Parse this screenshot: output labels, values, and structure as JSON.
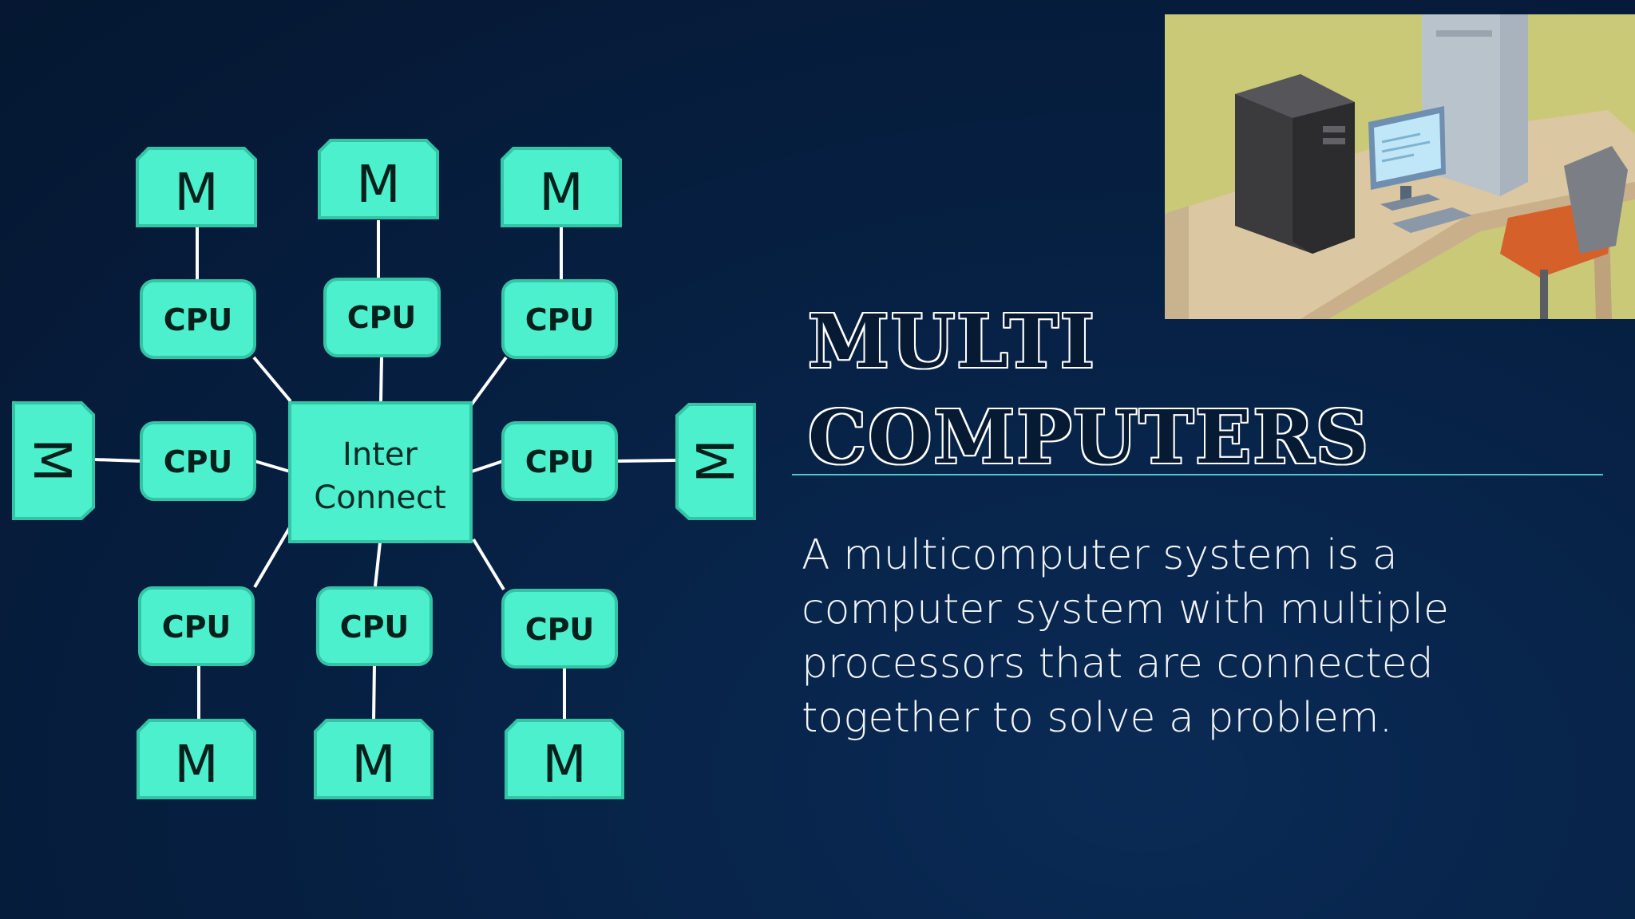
{
  "diagram": {
    "center_label_line1": "Inter",
    "center_label_line2": "Connect",
    "cpu_label": "CPU",
    "memory_label": "M",
    "node_fill": "#4df0cc",
    "node_border": "#33c4a6",
    "connector_color": "#ffffff"
  },
  "slide": {
    "title_line1": "MULTI",
    "title_line2": "COMPUTERS",
    "description": "A multicomputer system is a computer system with multiple processors that are connected together to solve a problem.",
    "rule_color": "#4fc6cc"
  },
  "photo": {
    "alt": "computer-desk-illustration"
  }
}
